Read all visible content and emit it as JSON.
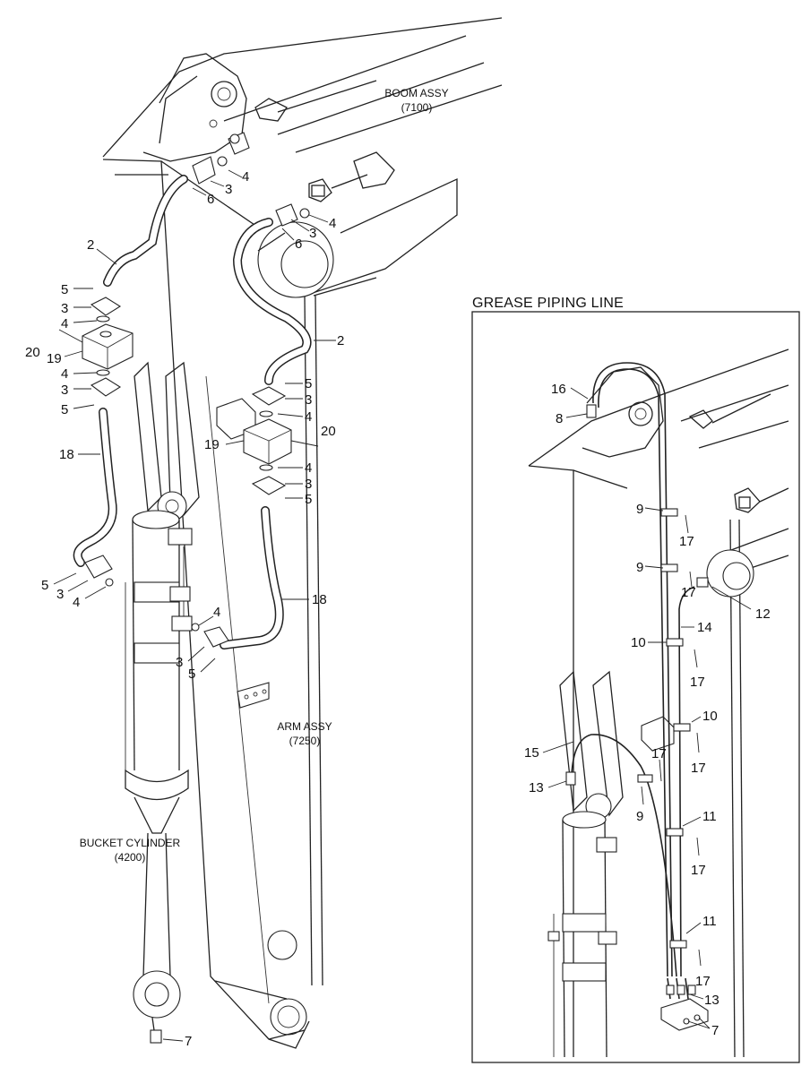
{
  "assemblies": {
    "boom": {
      "name": "BOOM ASSY",
      "code": "(7100)"
    },
    "arm": {
      "name": "ARM ASSY",
      "code": "(7250)"
    },
    "bucket_cylinder": {
      "name": "BUCKET CYLINDER",
      "code": "(4200)"
    }
  },
  "inset": {
    "title": "GREASE PIPING LINE"
  },
  "main_callouts": [
    "2",
    "3",
    "4",
    "6",
    "3",
    "4",
    "6",
    "2",
    "5",
    "3",
    "4",
    "20",
    "19",
    "4",
    "3",
    "5",
    "18",
    "5",
    "3",
    "4",
    "5",
    "3",
    "4",
    "20",
    "19",
    "4",
    "3",
    "5",
    "18",
    "4",
    "3",
    "5",
    "7"
  ],
  "inset_callouts": [
    "16",
    "8",
    "9",
    "17",
    "9",
    "17",
    "12",
    "14",
    "10",
    "17",
    "10",
    "17",
    "15",
    "17",
    "13",
    "9",
    "11",
    "17",
    "11",
    "17",
    "13",
    "7"
  ]
}
